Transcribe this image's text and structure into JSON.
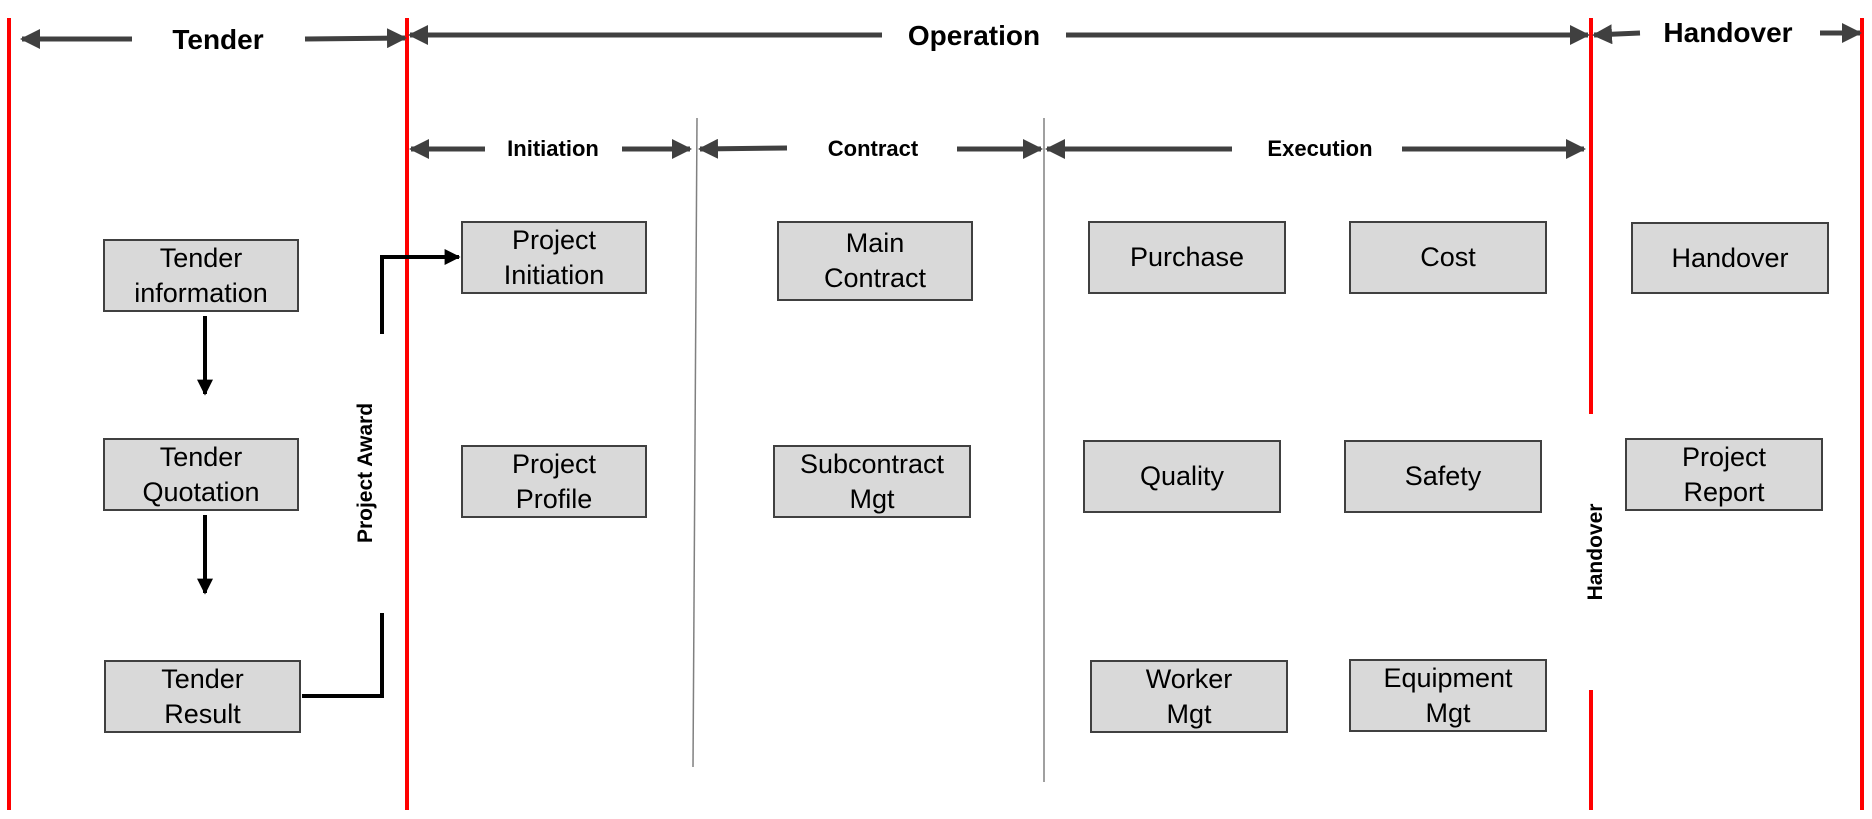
{
  "phases": {
    "tender": "Tender",
    "operation": "Operation",
    "handover": "Handover"
  },
  "subphases": {
    "initiation": "Initiation",
    "contract": "Contract",
    "execution": "Execution"
  },
  "vertical_labels": {
    "project_award": "Project Award",
    "handover": "Handover"
  },
  "boxes": {
    "tender_information": "Tender\ninformation",
    "tender_quotation": "Tender\nQuotation",
    "tender_result": "Tender\nResult",
    "project_initiation": "Project\nInitiation",
    "project_profile": "Project\nProfile",
    "main_contract": "Main\nContract",
    "subcontract_mgt": "Subcontract\nMgt",
    "purchase": "Purchase",
    "cost": "Cost",
    "quality": "Quality",
    "safety": "Safety",
    "worker_mgt": "Worker\nMgt",
    "equipment_mgt": "Equipment\nMgt",
    "handover": "Handover",
    "project_report": "Project\nReport"
  },
  "colors": {
    "phase_divider": "#ff0000",
    "arrow": "#404040",
    "box_fill": "#d9d9d9",
    "box_border": "#404040"
  }
}
